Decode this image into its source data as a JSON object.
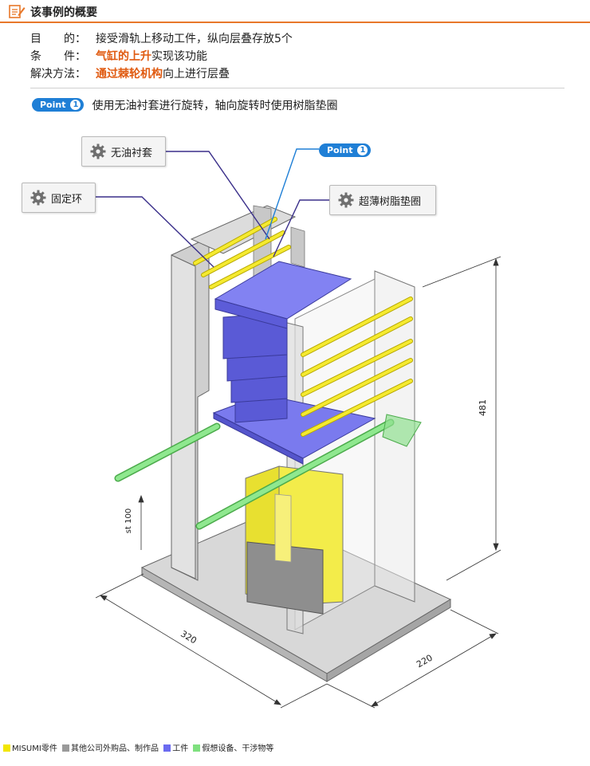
{
  "header": {
    "title": "该事例的概要"
  },
  "summary": {
    "purpose": {
      "label": "目　　的：",
      "text": "接受滑轨上移动工件，纵向层叠存放5个"
    },
    "condition": {
      "label": "条　　件：",
      "highlight": "气缸的上升",
      "text": "实现该功能"
    },
    "solution": {
      "label": "解决方法：",
      "highlight": "通过棘轮机构",
      "text": "向上进行层叠"
    }
  },
  "point": {
    "badge": "Point",
    "number": "1",
    "text": "使用无油衬套进行旋转，轴向旋转时使用树脂垫圈"
  },
  "callouts": {
    "bushing": "无油衬套",
    "ring": "固定环",
    "washer": "超薄树脂垫圈",
    "point_badge": "Point",
    "point_number": "1"
  },
  "dimensions": {
    "height": "481",
    "width": "320",
    "depth": "220",
    "stroke": "st 100"
  },
  "legend": [
    {
      "label": "MISUMI零件",
      "color": "#f2e600"
    },
    {
      "label": "其他公司外购品、制作品",
      "color": "#9a9a9a"
    },
    {
      "label": "工件",
      "color": "#6b6bf0"
    },
    {
      "label": "假想设备、干涉物等",
      "color": "#7fe07f"
    }
  ]
}
